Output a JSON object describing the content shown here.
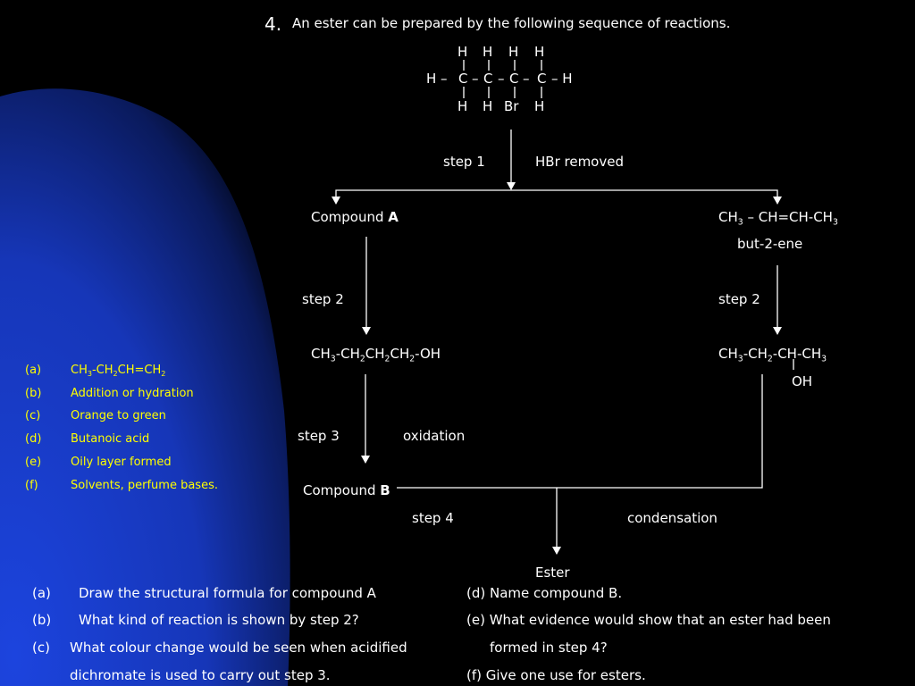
{
  "question": {
    "number": "4.",
    "intro": "An ester can be prepared by the following sequence of reactions."
  },
  "molecule": {
    "top_h": [
      "H",
      "H",
      "H",
      "H"
    ],
    "left_h": "H –",
    "carbons": [
      "C",
      "C",
      "C",
      "C"
    ],
    "dashes": [
      "–",
      "–",
      "–"
    ],
    "right_h": "– H",
    "bottom": [
      "H",
      "H",
      "Br",
      "H"
    ]
  },
  "step1": {
    "label": "step 1",
    "condition": "HBr removed"
  },
  "left_branch": {
    "compound_a_prefix": "Compound ",
    "compound_a_letter": "A",
    "step2_label": "step 2",
    "product": {
      "ch": "CH",
      "n3": "3",
      "ch2a": "-CH",
      "n2a": "2",
      "ch2b": "CH",
      "n2b": "2",
      "ch2c": "CH",
      "n2c": "2",
      "tail": "-OH"
    },
    "step3_label": "step 3",
    "step3_condition": "oxidation",
    "compound_b_prefix": "Compound ",
    "compound_b_letter": "B"
  },
  "right_branch": {
    "alkene": {
      "ch3a": "CH",
      "n3a": "3",
      "mid": " – CH=CH-CH",
      "n3b": "3"
    },
    "alkene_name": "but-2-ene",
    "step2_label": "step 2",
    "product": {
      "ch3a": "CH",
      "n3a": "3",
      "ch2": "-CH",
      "n2": "2",
      "mid": "-CH-CH",
      "n3b": "3"
    },
    "oh": "OH"
  },
  "step4": {
    "label": "step 4",
    "condition": "condensation",
    "product": "Ester"
  },
  "answers": [
    {
      "key": "(a)",
      "parts": [
        "CH",
        "3",
        "-CH",
        "2",
        "CH=CH",
        "2"
      ]
    },
    {
      "key": "(b)",
      "text": "Addition or hydration"
    },
    {
      "key": "(c)",
      "text": "Orange to green"
    },
    {
      "key": "(d)",
      "text": "Butanoic acid"
    },
    {
      "key": "(e)",
      "text": "Oily layer formed"
    },
    {
      "key": "(f)",
      "text": "Solvents, perfume bases."
    }
  ],
  "questions_left": [
    {
      "key": "(a)",
      "text": "Draw the structural formula for compound A"
    },
    {
      "key": "(b)",
      "text": "What kind of reaction is shown by step 2?"
    },
    {
      "key": "(c)",
      "text": "What colour change would be seen when acidified"
    },
    {
      "key": "",
      "text": "dichromate is used to carry out step 3."
    }
  ],
  "questions_right": [
    "(d) Name compound B.",
    "(e) What evidence would show that an ester had been",
    "formed in step 4?",
    "(f) Give one use for esters."
  ],
  "colors": {
    "background": "#000000",
    "gradient_blue": "#1a3fd0",
    "answer_text": "#ffff00",
    "text": "#ffffff"
  }
}
